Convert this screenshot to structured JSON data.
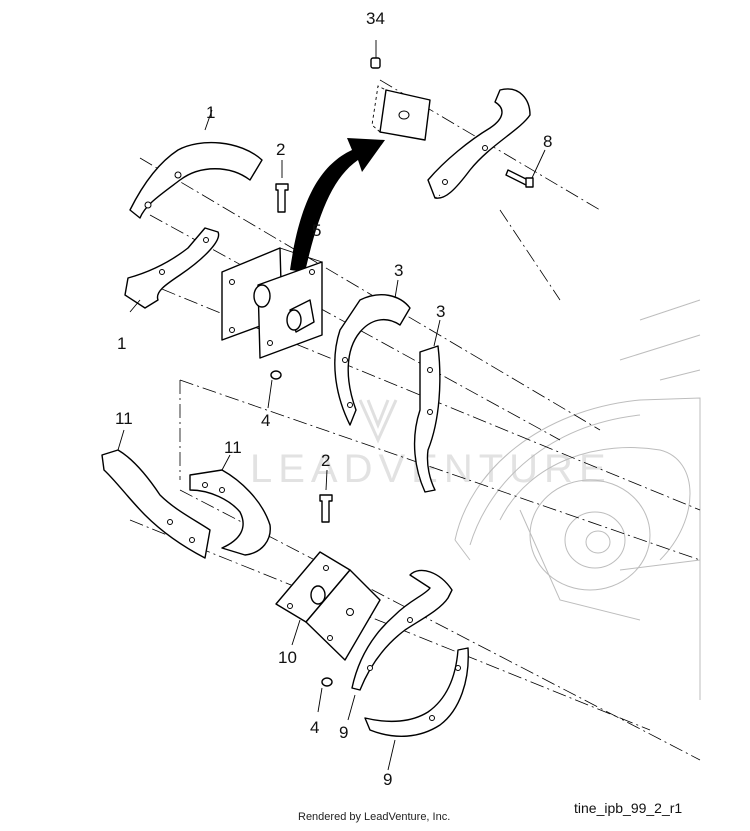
{
  "diagram": {
    "callouts": {
      "c34": "34",
      "c8": "8",
      "c1a": "1",
      "c2a": "2",
      "c5": "5",
      "c1b": "1",
      "c3a": "3",
      "c3b": "3",
      "c4a": "4",
      "c11a": "11",
      "c11b": "11",
      "c2b": "2",
      "c10": "10",
      "c4b": "4",
      "c9a": "9",
      "c9b": "9"
    },
    "watermark": "LEADVENTURE"
  },
  "footer": {
    "credit": "Rendered by LeadVenture, Inc.",
    "figure_id": "tine_ipb_99_2_r1"
  }
}
